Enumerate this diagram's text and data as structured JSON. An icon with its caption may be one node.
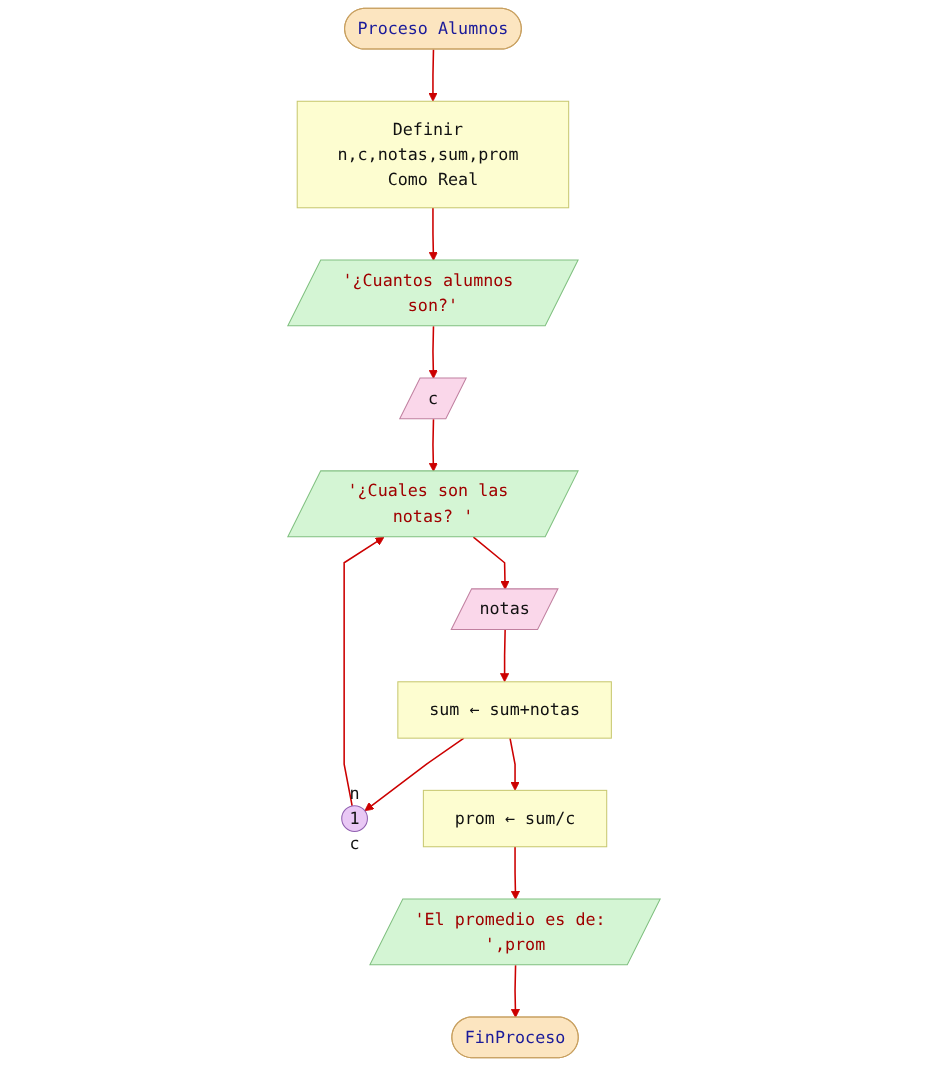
{
  "diagram": {
    "nodes": [
      {
        "text": [
          "Proceso Alumnos"
        ]
      },
      {
        "text": [
          "Definir n,c,notas,sum,prom Como Real"
        ]
      },
      {
        "text": [
          "'¿Cuantos alumnos son?'"
        ]
      },
      {
        "text": [
          "c"
        ]
      },
      {
        "text": [
          "n",
          "1",
          "c"
        ]
      },
      {
        "text": [
          "'¿Cuales son las notas? '"
        ]
      },
      {
        "text": [
          "notas"
        ]
      },
      {
        "text": [
          "sum ← sum+notas"
        ]
      },
      {
        "text": [
          "prom ← sum/c"
        ]
      },
      {
        "text": [
          "'El promedio es de: ',prom"
        ]
      },
      {
        "text": [
          "FinProceso"
        ]
      }
    ],
    "edges": [
      {
        "from": 0,
        "to": 1,
        "arrow": "to"
      },
      {
        "from": 1,
        "to": 2,
        "arrow": "to"
      },
      {
        "from": 2,
        "to": 3,
        "arrow": "to"
      },
      {
        "from": 3,
        "to": 5,
        "arrow": "to"
      },
      {
        "from": 4,
        "to": 5,
        "arrow": "to"
      },
      {
        "from": 5,
        "to": 6,
        "arrow": "to"
      },
      {
        "from": 6,
        "to": 7,
        "arrow": "to"
      },
      {
        "from": 7,
        "to": 4,
        "arrow": "to"
      },
      {
        "from": 7,
        "to": 8,
        "arrow": "to"
      },
      {
        "from": 8,
        "to": 9,
        "arrow": "to"
      },
      {
        "from": 9,
        "to": 10,
        "arrow": "to"
      }
    ]
  }
}
